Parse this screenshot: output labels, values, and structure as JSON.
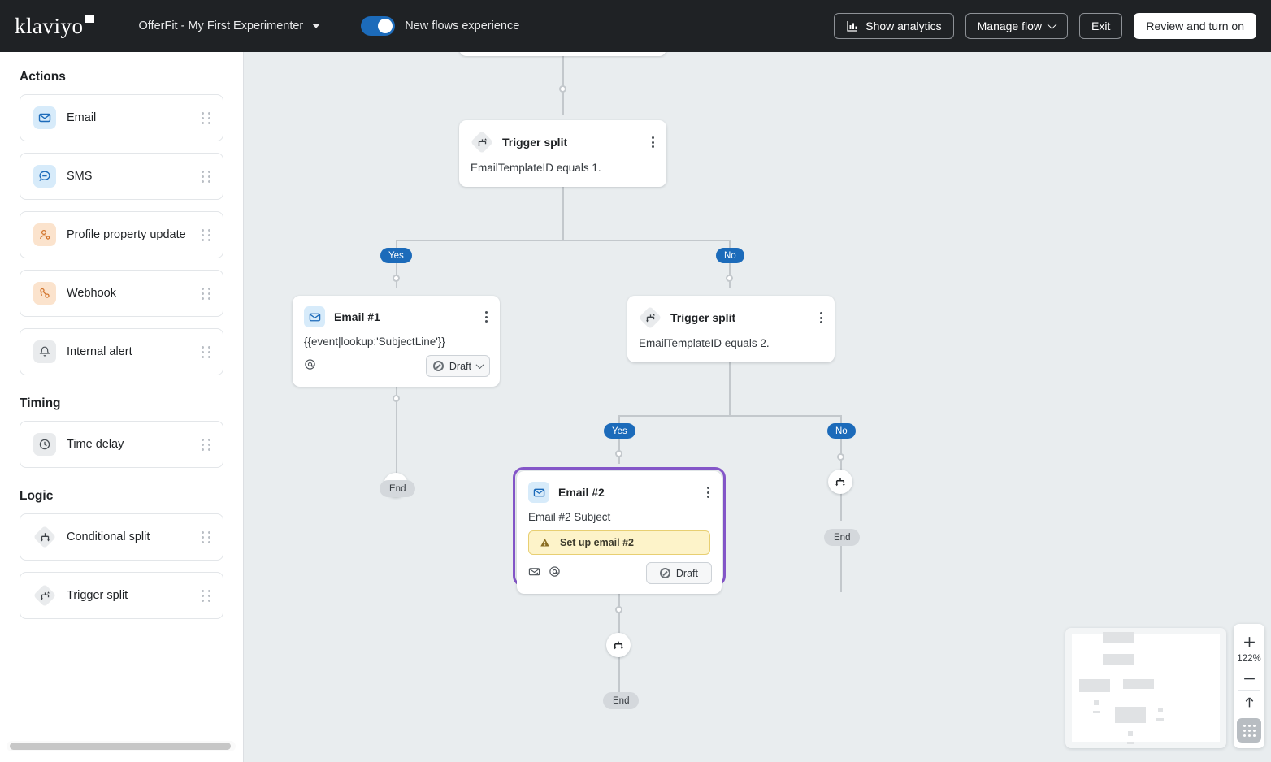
{
  "topbar": {
    "logo_text": "klaviyo",
    "flow_name": "OfferFit - My First Experimenter",
    "toggle_label": "New flows experience",
    "toggle_on": true,
    "show_analytics": "Show analytics",
    "manage_flow": "Manage flow",
    "exit": "Exit",
    "review_turn_on": "Review and turn on"
  },
  "sidebar": {
    "sections": [
      {
        "title": "Actions",
        "items": [
          {
            "label": "Email",
            "icon": "email-icon"
          },
          {
            "label": "SMS",
            "icon": "sms-icon"
          },
          {
            "label": "Profile property update",
            "icon": "profile-property-icon"
          },
          {
            "label": "Webhook",
            "icon": "webhook-icon"
          },
          {
            "label": "Internal alert",
            "icon": "bell-icon"
          }
        ]
      },
      {
        "title": "Timing",
        "items": [
          {
            "label": "Time delay",
            "icon": "clock-icon"
          }
        ]
      },
      {
        "title": "Logic",
        "items": [
          {
            "label": "Conditional split",
            "icon": "conditional-split-icon"
          },
          {
            "label": "Trigger split",
            "icon": "trigger-split-icon"
          }
        ]
      }
    ]
  },
  "canvas": {
    "nodes": {
      "trigger_split_1": {
        "title": "Trigger split",
        "body": "EmailTemplateID equals 1."
      },
      "email_1": {
        "title": "Email #1",
        "subject": "{{event|lookup:'SubjectLine'}}",
        "status": "Draft"
      },
      "trigger_split_2": {
        "title": "Trigger split",
        "body": "EmailTemplateID equals 2."
      },
      "email_2": {
        "title": "Email #2",
        "subject": "Email #2 Subject",
        "warning": "Set up email #2",
        "status": "Draft",
        "selected": true
      }
    },
    "branch_labels": {
      "yes": "Yes",
      "no": "No"
    },
    "end_label": "End",
    "selection_color": "#8456c8",
    "branch_color": "#1c6bba",
    "background": "#e9edef"
  },
  "zoom_controls": {
    "zoom_in": "+",
    "level": "122%",
    "zoom_out": "−"
  }
}
